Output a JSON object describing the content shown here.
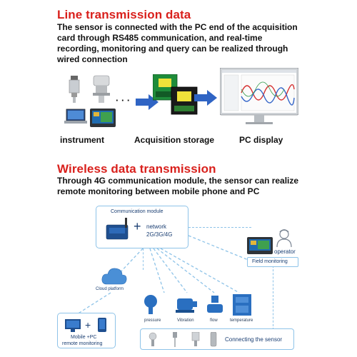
{
  "line_section": {
    "title": "Line transmission data",
    "description": "The sensor is connected with the PC end of the acquisition card through RS485 communication, and real-time recording, monitoring and query can be realized through wired connection",
    "captions": {
      "instrument": "instrument",
      "storage": "Acquisition storage",
      "pc": "PC display"
    },
    "ellipsis": "· · ·"
  },
  "wireless_section": {
    "title": "Wireless data transmission",
    "description": "Through 4G communication module, the sensor can realize remote monitoring between mobile phone and PC"
  },
  "diagram": {
    "comm_module": "Communication module",
    "plus": "+",
    "network": "network",
    "network_types": "2G/3G/4G",
    "operator": "operator",
    "field_monitoring": "Field monitoring",
    "cloud": "Cloud platform",
    "remote_line1": "Mobile +PC",
    "remote_line2": "remote monitoring",
    "sensors": [
      "pressure",
      "Vibration",
      "flow",
      "temperature"
    ],
    "connecting": "Connecting the sensor"
  },
  "colors": {
    "heading_red": "#d9201c",
    "arrow_blue": "#2f64c4",
    "diagram_line": "#8ec3e8",
    "diagram_text": "#1b3f73"
  }
}
